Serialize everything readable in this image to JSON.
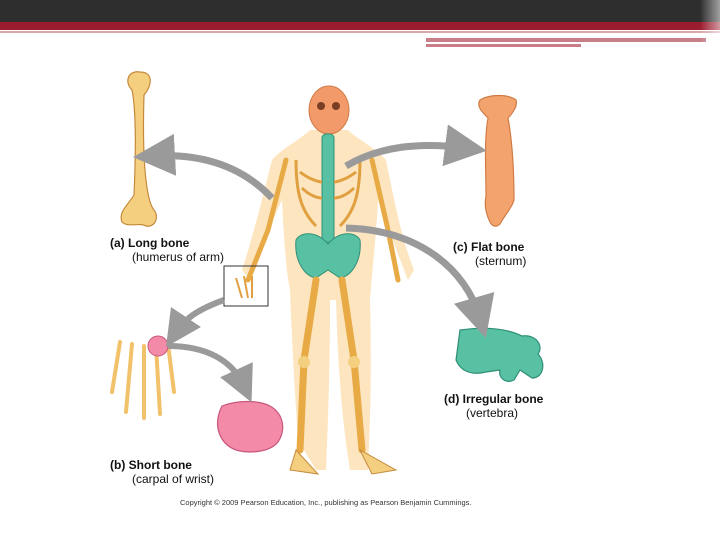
{
  "labels": {
    "long": {
      "title": "(a) Long bone",
      "sub": "(humerus of arm)"
    },
    "flat": {
      "title": "(c) Flat bone",
      "sub": "(sternum)"
    },
    "short": {
      "title": "(b) Short bone",
      "sub": "(carpal of wrist)"
    },
    "irregular": {
      "title": "(d) Irregular bone",
      "sub": "(vertebra)"
    }
  },
  "copyright": "Copyright © 2009 Pearson Education, Inc., publishing as Pearson Benjamin Cummings.",
  "colors": {
    "bone": "#f2c26b",
    "bone_dark": "#d99a3a",
    "skull": "#f29a6a",
    "spine": "#58c1a4",
    "sternum": "#f29a6a",
    "carpal": "#f28aa8",
    "arrow": "#9a9a9a",
    "header_dark": "#2e2e2e",
    "header_red": "#9b1c2e"
  }
}
